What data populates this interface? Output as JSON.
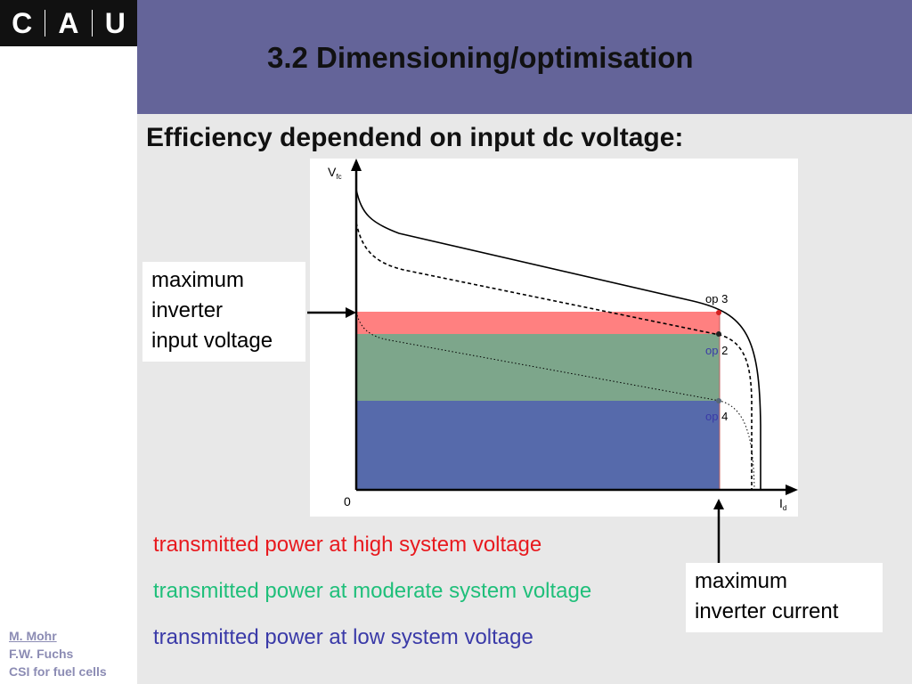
{
  "logo": {
    "letters": [
      "C",
      "A",
      "U"
    ]
  },
  "header": {
    "title": "3.2 Dimensioning/optimisation"
  },
  "subtitle": "Efficiency dependend on input dc voltage:",
  "diagram": {
    "axis_y_main": "V",
    "axis_y_sub": "fc",
    "axis_x_main": "I",
    "axis_x_sub": "d",
    "origin_label": "0",
    "op_labels": {
      "op3_prefix": "op",
      "op3_num": "3",
      "op2_prefix": "op",
      "op2_num": "2",
      "op4_prefix": "op",
      "op4_num": "4"
    }
  },
  "callouts": {
    "voltage": [
      "maximum",
      "inverter",
      "input voltage"
    ],
    "current": [
      "maximum",
      "inverter current"
    ]
  },
  "legend": {
    "high": "transmitted power at high system voltage",
    "moderate": "transmitted power at moderate system voltage",
    "low": "transmitted power at low system voltage"
  },
  "colors": {
    "header_bg": "#646499",
    "region_high": "#ff8080",
    "region_moderate": "#7da68b",
    "region_low": "#566aab",
    "legend_high": "#e8191e",
    "legend_moderate": "#1fbf7a",
    "legend_low": "#3a3aa8",
    "op_blue_label": "#3a3aa8",
    "footer": "#8c8cb4"
  },
  "footer": {
    "author1": "M. Mohr",
    "author2": "F.W. Fuchs",
    "course": "CSI for fuel cells"
  }
}
